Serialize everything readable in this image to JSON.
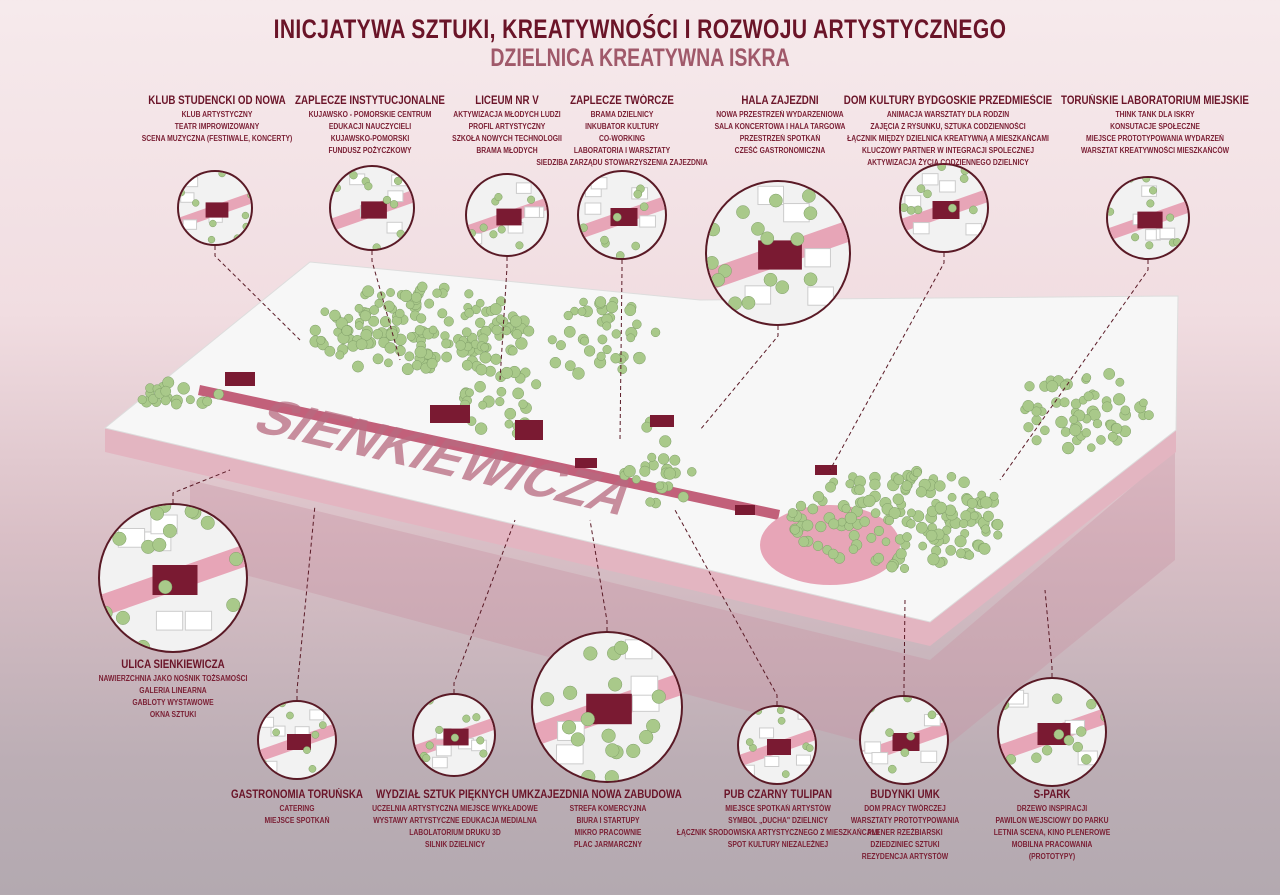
{
  "header": {
    "title": "INICJATYWA SZTUKI, KREATYWNOŚCI I ROZWOJU ARTYSTYCZNEGO",
    "subtitle": "DZIELNICA KREATYWNA ISKRA"
  },
  "map": {
    "street_label": "SIENKIEWICZA"
  },
  "colors": {
    "maroon": "#6a1428",
    "pink": "#d8809a",
    "tree": "#a9c98a",
    "slab": "#ffffff",
    "slab_side": "#e3b5c1"
  },
  "places": [
    {
      "title": "KLUB STUDENCKI OD NOWA",
      "lines": [
        "KLUB ARTYSTYCZNY",
        "TEATR IMPROWIZOWANY",
        "SCENA MUZYCZNA (FESTIWALE, KONCERTY)"
      ]
    },
    {
      "title": "ZAPLECZE INSTYTUCJONALNE",
      "lines": [
        "KUJAWSKO - POMORSKIE CENTRUM",
        "EDUKACJI NAUCZYCIELI",
        "KUJAWSKO-POMORSKI",
        "FUNDUSZ POŻYCZKOWY"
      ]
    },
    {
      "title": "LICEUM NR V",
      "lines": [
        "AKTYWIZACJA MŁODYCH LUDZI",
        "PROFIL ARTYSTYCZNY",
        "SZKOŁA NOWYCH TECHNOLOGII",
        "BRAMA MŁODYCH"
      ]
    },
    {
      "title": "ZAPLECZE TWÓRCZE",
      "lines": [
        "BRAMA DZIELNICY",
        "INKUBATOR KULTURY",
        "CO-WORKING",
        "LABORATORIA I WARSZTATY",
        "SIEDZIBA ZARZĄDU  STOWARZYSZENIA ZAJEZDNIA"
      ]
    },
    {
      "title": "HALA ZAJEZDNI",
      "lines": [
        "NOWA PRZESTRZEŃ WYDARZENIOWA",
        "SALA KONCERTOWA I HALA TARGOWA",
        "PRZESTRZEŃ SPOTKAŃ",
        "CZEŚĆ GASTRONOMICZNA"
      ]
    },
    {
      "title": "DOM KULTURY BYDGOSKIE PRZEDMIEŚCIE",
      "lines": [
        "ANIMACJA WARSZTATY DLA RODZIN",
        "ZAJĘCIA Z RYSUNKU, SZTUKA CODZIENNOŚCI",
        "ŁĄCZNIK MIĘDZY DZIELNICA KREATYWNĄ A MIESZKAŃCAMI",
        "KLUCZOWY PARTNER W INTEGRACJI SPOLECZNEJ",
        "AKTYWIZACJA ŻYCIA CODZIENNEGO DZIELNICY"
      ]
    },
    {
      "title": "TORUŃSKIE LABORATORIUM MIEJSKIE",
      "lines": [
        "THINK TANK DLA ISKRY",
        "KONSUTACJE SPOŁECZNE",
        "MIEJSCE PROTOTYPOWANIA WYDARZEŃ",
        "WARSZTAT KREATYWNOŚCI MIESZKAŃCÓW"
      ]
    },
    {
      "title": "ULICA SIENKIEWICZA",
      "lines": [
        "NAWIERZCHNIA JAKO NOŚNIK TOŻSAMOŚCI",
        "GALERIA LINEARNA",
        "GABLOTY WYSTAWOWE",
        "OKNA SZTUKI"
      ]
    },
    {
      "title": "GASTRONOMIA TORUŃSKA",
      "lines": [
        "CATERING",
        "MIEJSCE SPOTKAŃ"
      ]
    },
    {
      "title": "WYDZIAŁ SZTUK PIĘKNYCH UMK",
      "lines": [
        "UCZELNIA ARTYSTYCZNA MIEJSCE WYKŁADOWE",
        "WYSTAWY ARTYSTYCZNE EDUKACJA MEDIALNA",
        "LABOLATORIUM DRUKU 3D",
        "SILNIK DZIELNICY"
      ]
    },
    {
      "title": "ZAJEZDNIA NOWA ZABUDOWA",
      "lines": [
        "STREFA KOMERCYJNA",
        "BIURA I STARTUPY",
        "MIKRO PRACOWNIE",
        "PLAC JARMARCZNY"
      ]
    },
    {
      "title": "PUB CZARNY TULIPAN",
      "lines": [
        "MIEJSCE SPOTKAŃ ARTYSTÓW",
        "SYMBOL „DUCHA\" DZIELNICY",
        "ŁĄCZNIK ŚRODOWISKA ARTYSTYCZNEGO Z MIESZKAŃCAMI",
        "SPOT KULTURY NIEZALEŻNEJ"
      ]
    },
    {
      "title": "BUDYNKI UMK",
      "lines": [
        "DOM PRACY TWÓRCZEJ",
        "WARSZTATY PROTOTYPOWANIA",
        "PLENER RZEŹBIARSKI",
        "DZIEDZINIEC SZTUKI",
        "REZYDENCJA ARTYSTÓW"
      ]
    },
    {
      "title": "S-PARK",
      "lines": [
        "DRZEWO INSPIRACJI",
        "PAWILON WEJSCIOWY DO PARKU",
        "LETNIA SCENA, KINO PLENEROWE",
        "MOBILNA PRACOWANIA",
        "(PROTOTYPY)"
      ]
    }
  ]
}
